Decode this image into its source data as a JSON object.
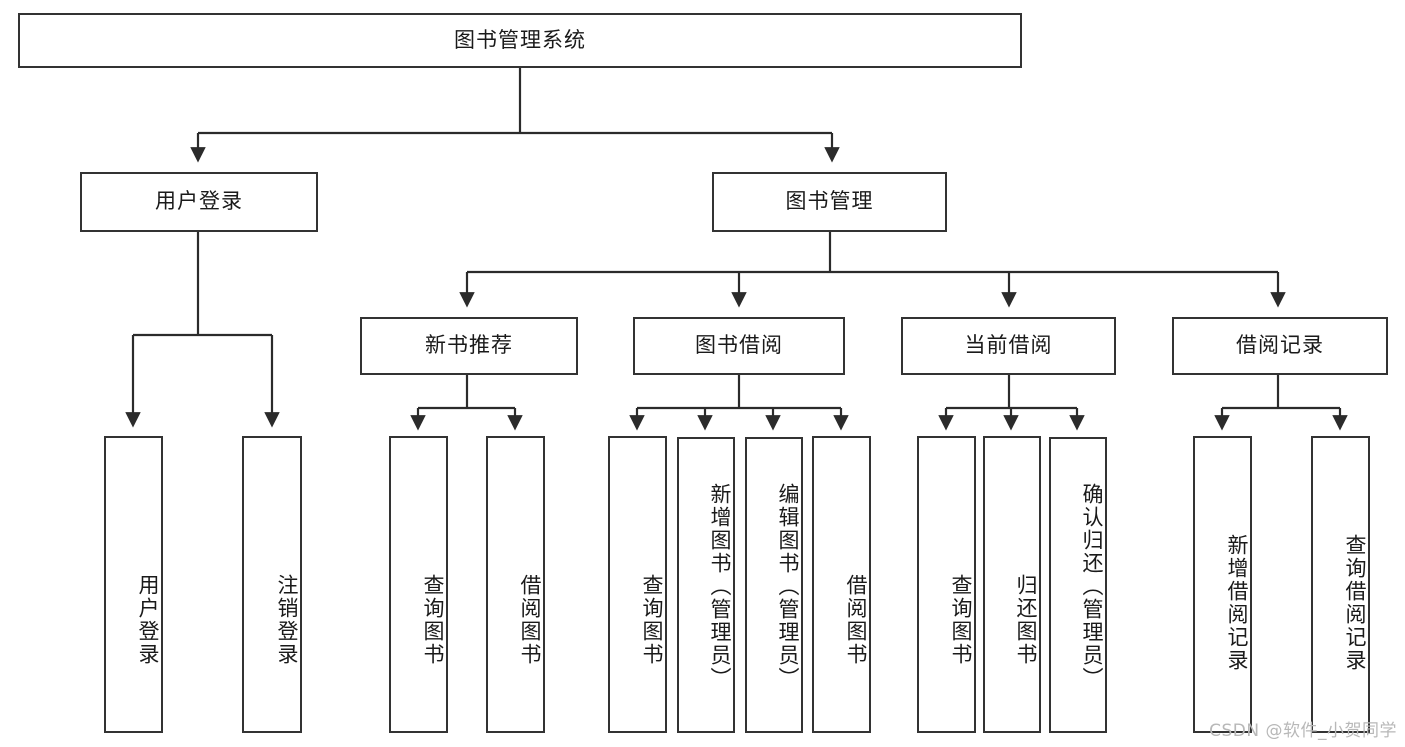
{
  "diagram": {
    "title": "图书管理系统",
    "type": "tree-hierarchy-diagram",
    "root": {
      "id": "root",
      "label": "图书管理系统"
    },
    "level1": [
      {
        "id": "user-login",
        "label": "用户登录"
      },
      {
        "id": "book-manage",
        "label": "图书管理"
      }
    ],
    "level2": [
      {
        "id": "new-book-recommend",
        "label": "新书推荐",
        "parent": "book-manage"
      },
      {
        "id": "book-borrow",
        "label": "图书借阅",
        "parent": "book-manage"
      },
      {
        "id": "current-borrow",
        "label": "当前借阅",
        "parent": "book-manage"
      },
      {
        "id": "borrow-record",
        "label": "借阅记录",
        "parent": "book-manage"
      }
    ],
    "leaves": [
      {
        "id": "leaf-user-login",
        "label": "用户登录",
        "parent": "user-login"
      },
      {
        "id": "leaf-logout",
        "label": "注销登录",
        "parent": "user-login"
      },
      {
        "id": "leaf-query-book-1",
        "label": "查询图书",
        "parent": "new-book-recommend"
      },
      {
        "id": "leaf-borrow-book-1",
        "label": "借阅图书",
        "parent": "new-book-recommend"
      },
      {
        "id": "leaf-query-book-2",
        "label": "查询图书",
        "parent": "book-borrow"
      },
      {
        "id": "leaf-add-book",
        "label": "新增图书（管理员）",
        "parent": "book-borrow"
      },
      {
        "id": "leaf-edit-book",
        "label": "编辑图书（管理员）",
        "parent": "book-borrow"
      },
      {
        "id": "leaf-borrow-book-2",
        "label": "借阅图书",
        "parent": "book-borrow"
      },
      {
        "id": "leaf-query-book-3",
        "label": "查询图书",
        "parent": "current-borrow"
      },
      {
        "id": "leaf-return-book",
        "label": "归还图书",
        "parent": "current-borrow"
      },
      {
        "id": "leaf-confirm-return",
        "label": "确认归还（管理员）",
        "parent": "current-borrow"
      },
      {
        "id": "leaf-add-record",
        "label": "新增借阅记录",
        "parent": "borrow-record"
      },
      {
        "id": "leaf-query-record",
        "label": "查询借阅记录",
        "parent": "borrow-record"
      }
    ]
  },
  "watermark": {
    "text": "CSDN @软件_小贺同学"
  },
  "colors": {
    "border": "#333333",
    "background": "#ffffff",
    "text": "#1a1a1a",
    "edge": "#2b2b2b",
    "watermark": "#b8b8b8"
  }
}
